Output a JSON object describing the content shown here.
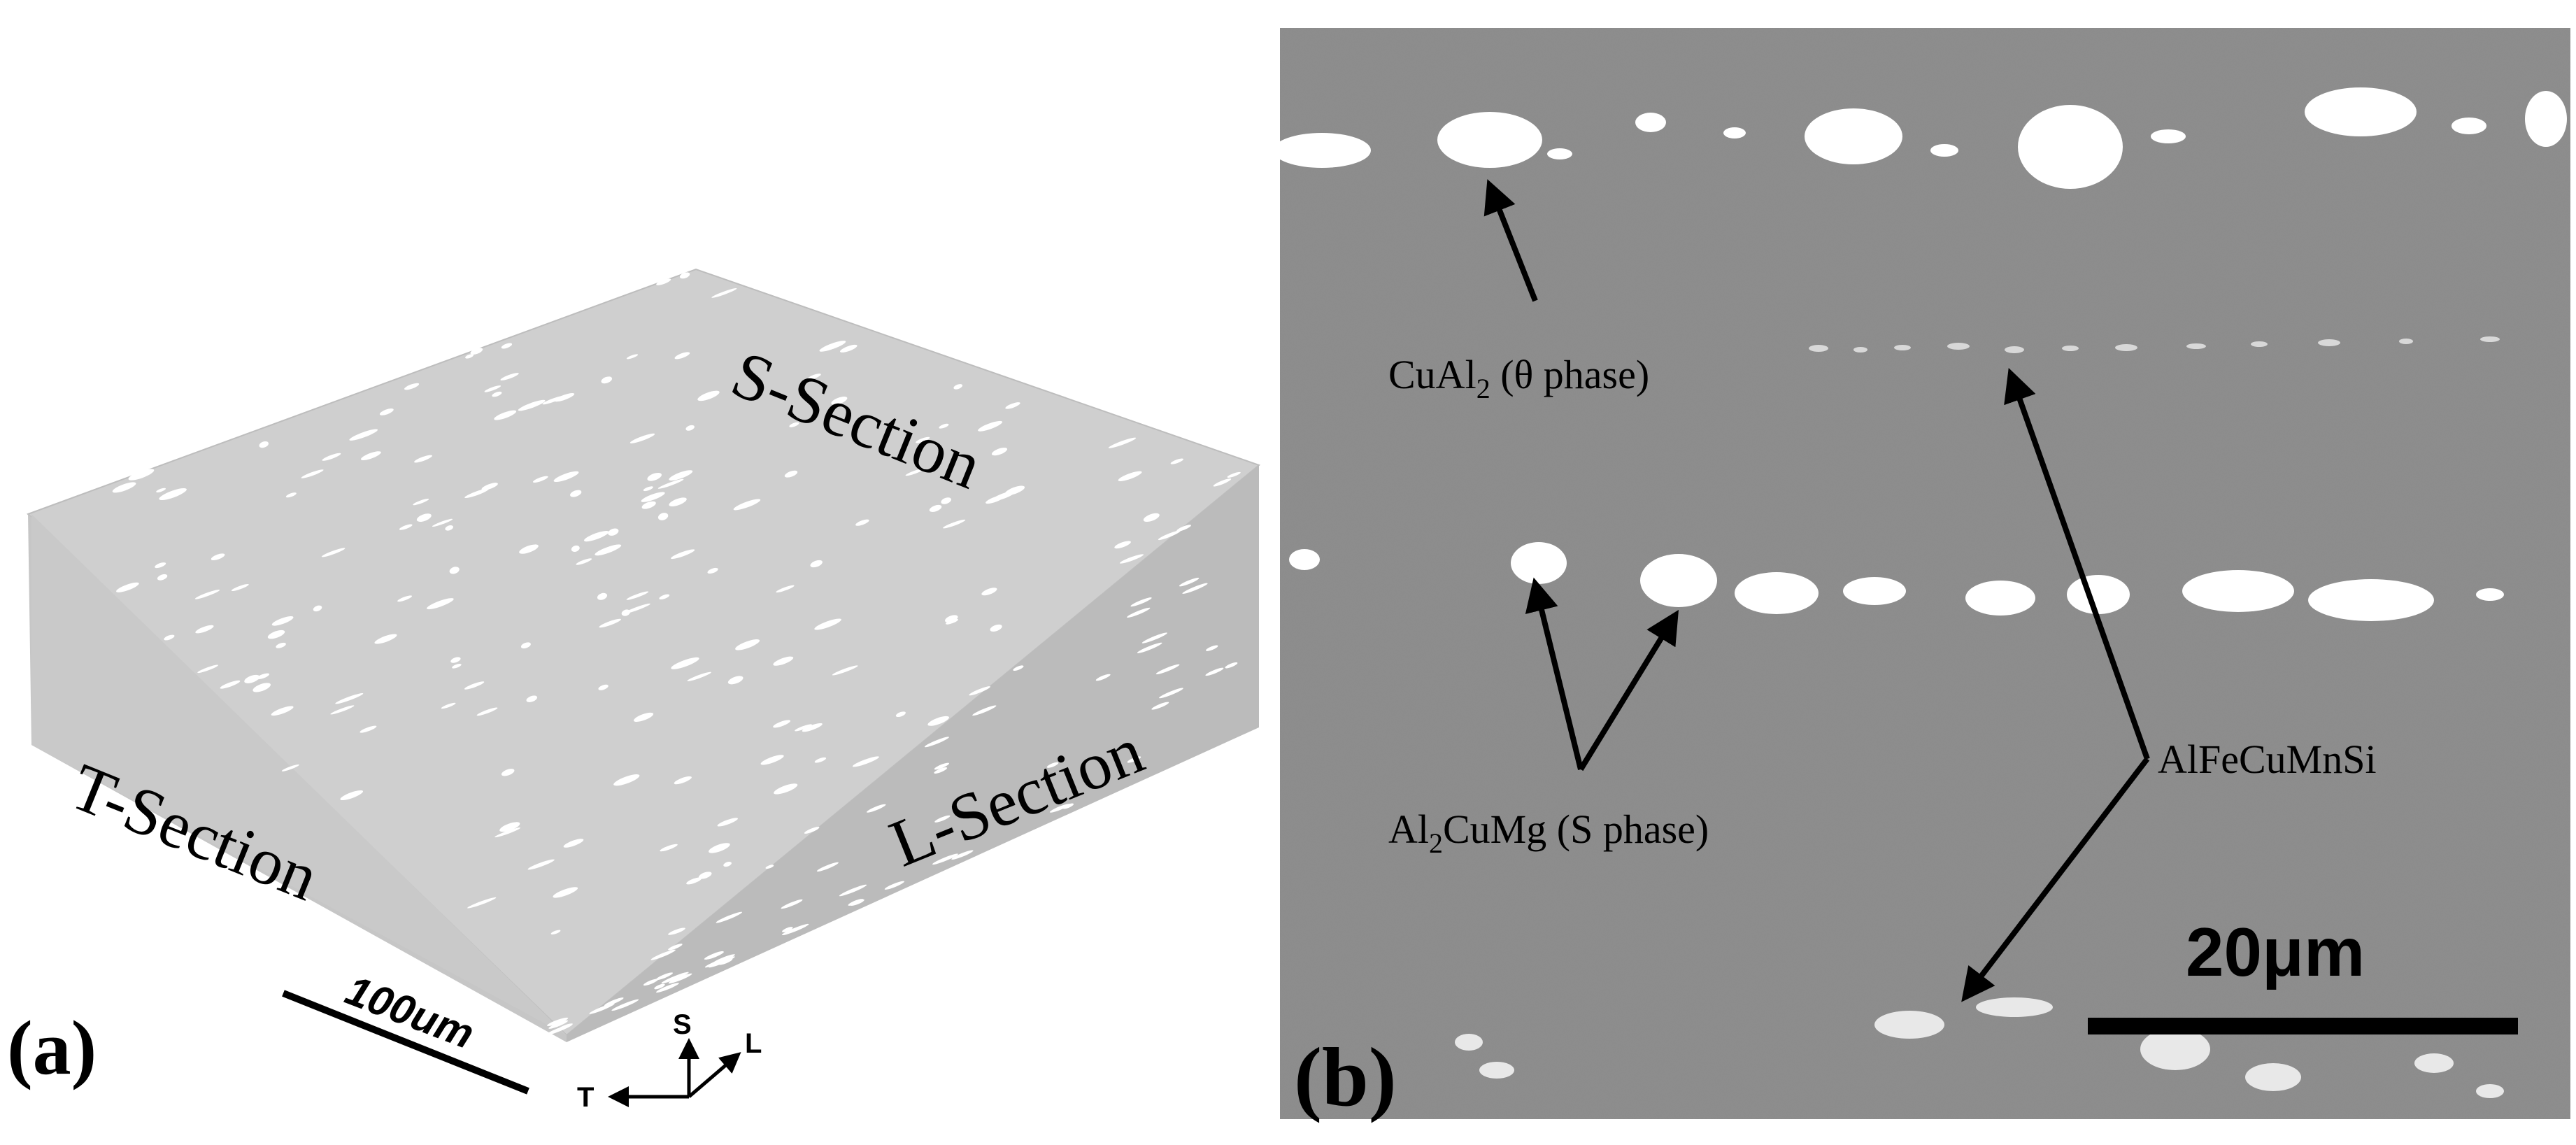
{
  "panel_a": {
    "label": "(a)",
    "section_labels": {
      "top": "S-Section",
      "front": "T-Section",
      "side": "L-Section"
    },
    "scale_bar": "100um",
    "axes": {
      "vertical": "S",
      "horizontal": "T",
      "diagonal": "L"
    }
  },
  "panel_b": {
    "label": "(b)",
    "annotations": {
      "theta": {
        "prefix": "CuAl",
        "sub": "2",
        "suffix": " (θ phase)"
      },
      "s_phase": {
        "prefix": "Al",
        "sub": "2",
        "suffix": "CuMg (S phase)"
      },
      "alfe": "AlFeCuMnSi"
    },
    "scale_bar": "20μm"
  },
  "colors": {
    "matrix_gray": "#8e8e8e",
    "block_top": "#cfcfcf",
    "block_front": "#c3c3c3",
    "block_side": "#b9b9b9",
    "particle": "#ffffff",
    "ink": "#000000"
  }
}
